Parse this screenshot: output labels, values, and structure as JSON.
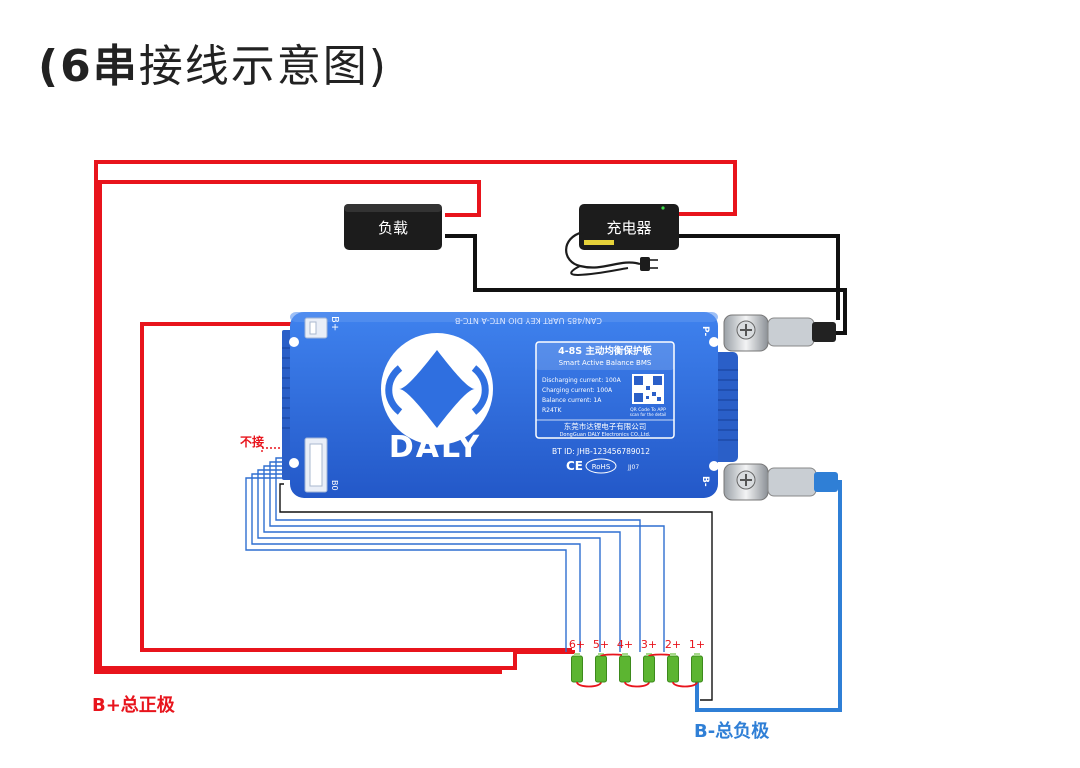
{
  "title": {
    "bold": "(6串",
    "rest": "接线示意图)"
  },
  "devices": {
    "load": "负载",
    "charger": "充电器"
  },
  "labels": {
    "b_plus": "B+总正极",
    "b_minus": "B-总负极",
    "no_connect": "不接"
  },
  "bms": {
    "brand": "DALY",
    "model": "4-8S 主动均衡保护板",
    "model_en": "Smart Active Balance BMS",
    "specs": [
      "Discharging current: 100A",
      "Charging current: 100A",
      "Balance current: 1A",
      "R24TK"
    ],
    "qr_caption": [
      "QR Code To APP",
      "scan for the detail"
    ],
    "company": "东莞市达锂电子有限公司",
    "company_en": "DongGuan DALY Electronics CO.,Ltd.",
    "bt_id": "BT ID: JHB-123456789012",
    "cert": [
      "CE",
      "RoHS",
      "JJ07"
    ],
    "top_ports": "CAN/485  UART  KEY  DIO  NTC-A  NTC-B",
    "port_bplus": "B+",
    "port_b0": "B0",
    "terminal_p": "P-",
    "terminal_b": "B-"
  },
  "cells": [
    "6+",
    "5+",
    "4+",
    "3+",
    "2+",
    "1+"
  ],
  "colors": {
    "red": "#e8141c",
    "blue": "#2f7fd6",
    "black": "#111111",
    "bms": "#2f6fe0",
    "cell": "#5cb531"
  }
}
